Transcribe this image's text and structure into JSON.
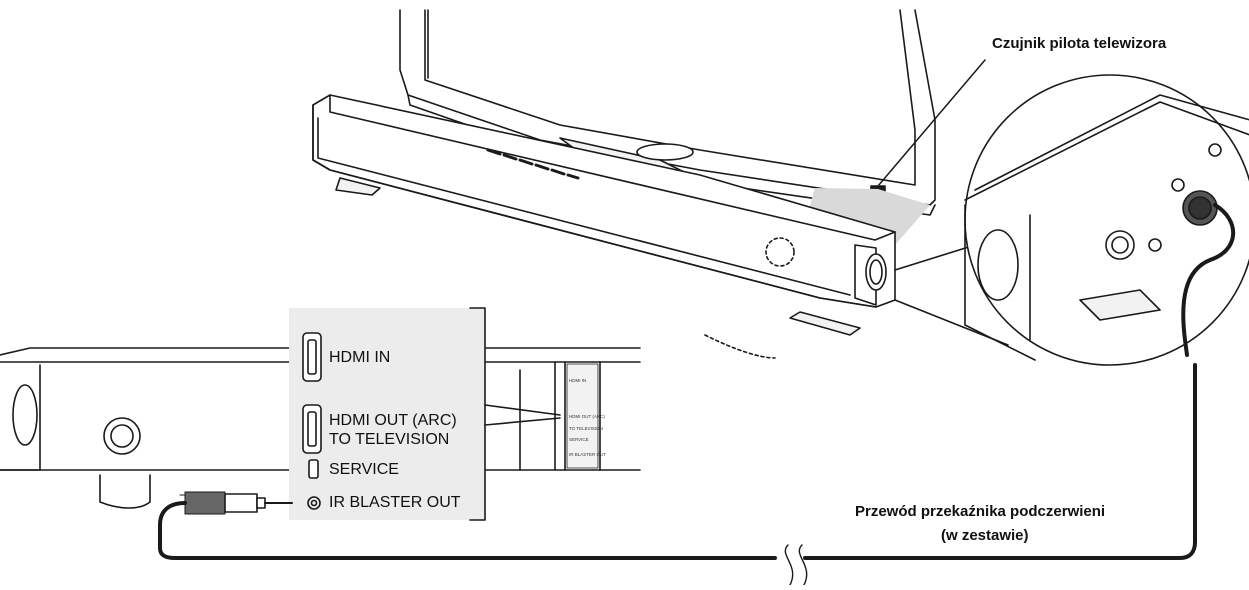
{
  "callouts": {
    "tv_sensor": "Czujnik pilota telewizora",
    "ir_cable_line1": "Przewód przekaźnika podczerwieni",
    "ir_cable_line2": "(w zestawie)"
  },
  "ports": {
    "hdmi_in": "HDMI IN",
    "hdmi_out_line1": "HDMI OUT (ARC)",
    "hdmi_out_line2": "TO TELEVISION",
    "service": "SERVICE",
    "ir_blaster_out": "IR BLASTER OUT"
  },
  "panel_small_labels": {
    "hdmi_in": "HDMI IN",
    "hdmi_out": "HDMI OUT (ARC)",
    "to_tv": "TO TELEVISION",
    "service": "SERVICE",
    "ir_blaster": "IR BLASTER OUT"
  },
  "colors": {
    "line": "#1a1a1a",
    "panel_fill": "#ececec",
    "beam": "#d9d9d9",
    "plug_dark": "#555555"
  }
}
